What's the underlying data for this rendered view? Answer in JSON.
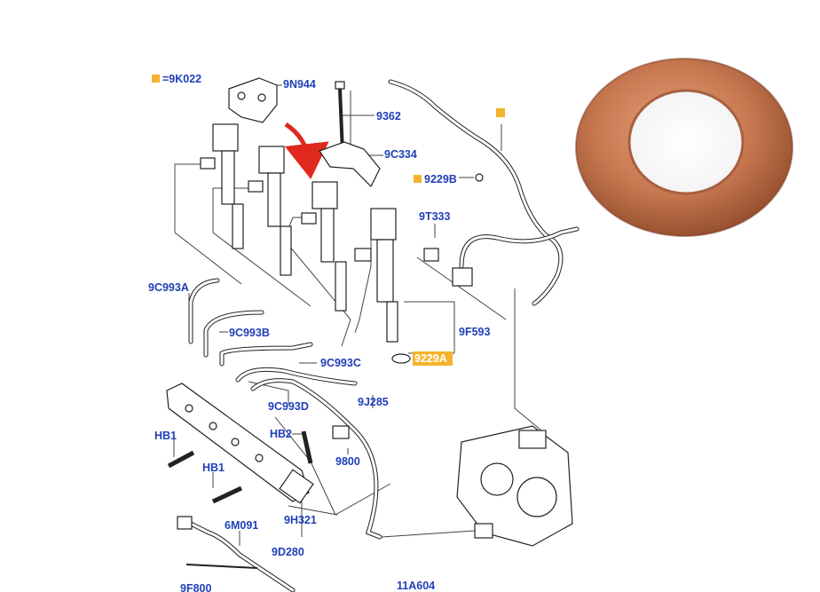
{
  "labels": {
    "legend": "=9K022",
    "p9N944": "9N944",
    "p9362": "9362",
    "p9C334": "9C334",
    "p9229B": "9229B",
    "p9T333": "9T333",
    "p9C993A": "9C993A",
    "p9C993B": "9C993B",
    "p9C993C": "9C993C",
    "p9F593": "9F593",
    "p9229A": "9229A",
    "p9C993D": "9C993D",
    "p9J285": "9J285",
    "pHB1a": "HB1",
    "pHB2": "HB2",
    "p9800": "9800",
    "pHB1b": "HB1",
    "p9H321": "9H321",
    "p6M091": "6M091",
    "p9D280": "9D280",
    "p9F800": "9F800",
    "p11A604": "11A604"
  },
  "colors": {
    "label": "#1f3fb8",
    "highlight": "#f5b32d",
    "arrow": "#e0281e",
    "washer": "#c87850",
    "washer_dark": "#8e4a2a"
  },
  "icons": {
    "legend_marker": "orange-square",
    "arrow": "curved-red-arrow"
  }
}
